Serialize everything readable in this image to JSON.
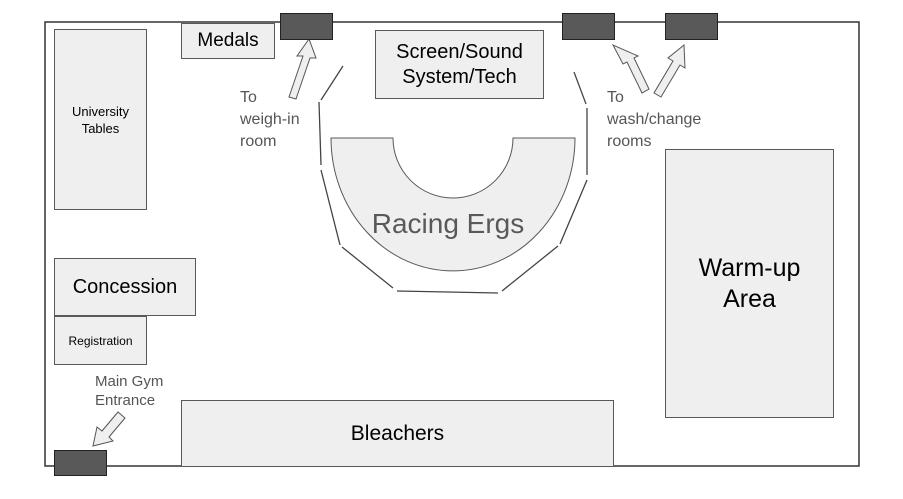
{
  "regions": {
    "university_tables": "University\nTables",
    "medals": "Medals",
    "screen_sound_tech": "Screen/Sound\nSystem/Tech",
    "racing_ergs": "Racing Ergs",
    "warmup": "Warm-up\nArea",
    "concession": "Concession",
    "registration": "Registration",
    "bleachers": "Bleachers"
  },
  "notes": {
    "weigh_in": "To\nweigh-in\nroom",
    "wash_change": "To\nwash/change\nrooms",
    "main_entrance": "Main Gym\nEntrance"
  },
  "colors": {
    "region_fill": "#efefef",
    "region_border": "#595959",
    "door_fill": "#595959",
    "note_text": "#555555",
    "ergs_text": "#595959"
  }
}
